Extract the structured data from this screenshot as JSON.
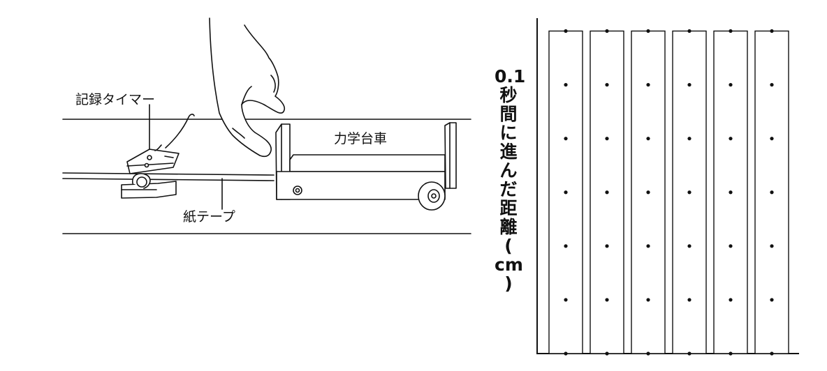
{
  "labels": {
    "timer": "記録タイマー",
    "cart": "力学台車",
    "tape": "紙テープ"
  },
  "y_axis_label": "0.1秒間に進んだ距離(cm)",
  "y_axis_label_chars": [
    "0.1",
    "秒",
    "間",
    "に",
    "進",
    "ん",
    "だ",
    "距",
    "離",
    "(",
    "cm",
    ")"
  ],
  "chart_data": {
    "type": "bar",
    "categories": [
      "",
      "",
      "",
      "",
      "",
      ""
    ],
    "values": [
      5,
      5,
      5,
      5,
      5,
      5
    ],
    "ylim": [
      0,
      5.2
    ],
    "xlabel": "",
    "ylabel": "0.1秒間に進んだ距離(cm)",
    "grid": false,
    "legend": "none",
    "colors": {
      "stroke": "#111111",
      "fill": "#ffffff",
      "dot": "#111111"
    }
  }
}
